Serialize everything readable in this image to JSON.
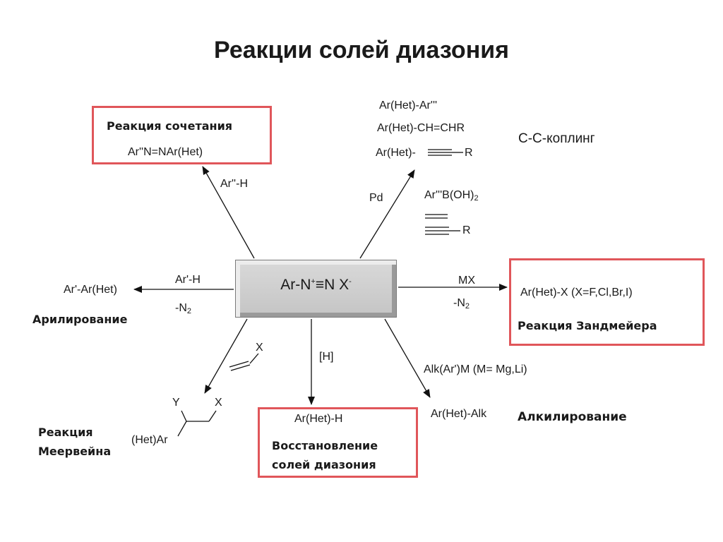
{
  "title": "Реакции солей диазония",
  "center": {
    "left": "Ar-N",
    "plus": "+",
    "middle": "≡N X",
    "minus": "-"
  },
  "top_left": {
    "box_title": "Реакция сочетания",
    "product": "Ar''N=NAr(Het)",
    "reagent": "Ar''-H"
  },
  "top_right": {
    "product_1": "Ar(Het)-Ar'''",
    "product_2": "Ar(Het)-CH=CHR",
    "product_3": "Ar(Het)-",
    "product_3_r": "R",
    "reagent_catalyst": "Pd",
    "reagent_boronic": "Ar'''B(OH)",
    "reagent_boronic_sub": "2",
    "reagent_alkyne_r": "R",
    "label": "C-C-коплинг"
  },
  "left": {
    "product": "Ar'-Ar(Het)",
    "reagent": "Ar'-H",
    "loss": "-N",
    "loss_sub": "2",
    "label": "Арилирование"
  },
  "right": {
    "reagent": "MX",
    "loss": "-N",
    "loss_sub": "2",
    "product": "Ar(Het)-X (X=F,Cl,Br,I)",
    "box_title": "Реакция Зандмейера"
  },
  "bottom_left": {
    "reagent_x": "X",
    "product_y": "Y",
    "product_x": "X",
    "product_het": "(Het)Ar",
    "label_line1": "Реакция",
    "label_line2": "Меервейна"
  },
  "bottom": {
    "reagent": "[H]",
    "product": "Ar(Het)-H",
    "box_line1": "Восстановление",
    "box_line2": "солей диазония"
  },
  "bottom_right": {
    "reagent": "Alk(Ar')M (M= Mg,Li)",
    "product": "Ar(Het)-Alk",
    "label": "Алкилирование"
  }
}
